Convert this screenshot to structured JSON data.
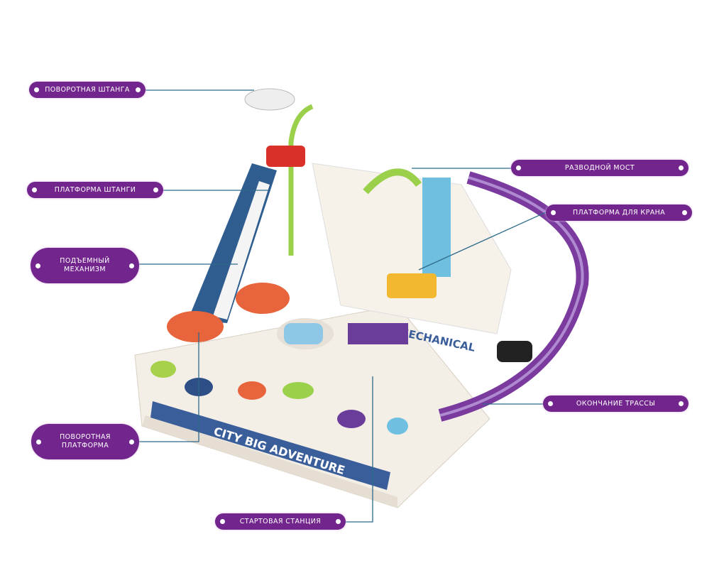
{
  "labels": {
    "rotating_arm": "ПОВОРОТНАЯ ШТАНГА",
    "arm_platform": "ПЛАТФОРМА ШТАНГИ",
    "lifting_mechanism_1": "ПОДЪЕМНЫЙ",
    "lifting_mechanism_2": "МЕХАНИЗМ",
    "rotating_platform_1": "ПОВОРОТНАЯ",
    "rotating_platform_2": "ПЛАТФОРМА",
    "start_station": "СТАРТОВАЯ СТАНЦИЯ",
    "drawbridge": "РАЗВОДНОЙ МОСТ",
    "crane_platform": "ПЛАТФОРМА ДЛЯ КРАНА",
    "track_end": "ОКОНЧАНИЕ ТРАССЫ"
  },
  "toy": {
    "banner": "CITY BIG ADVENTURE",
    "wall_text": "MECHANICAL"
  },
  "colors": {
    "label_bg": "#72258d",
    "line": "#2d6a8a"
  }
}
